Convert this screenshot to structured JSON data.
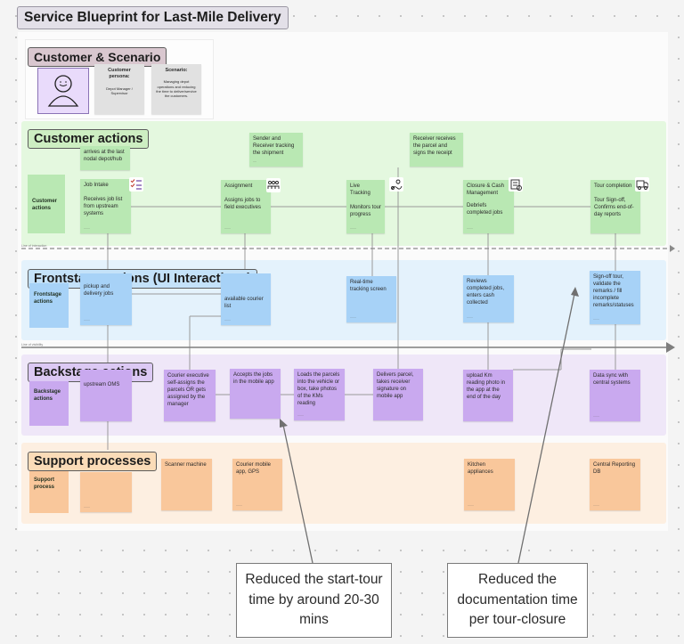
{
  "title": "Service Blueprint for Last-Mile Delivery",
  "sections": {
    "customer_scenario": "Customer & Scenario",
    "customer_actions": "Customer actions",
    "frontstage": "Frontstage actions (UI Interactions)",
    "backstage": "Backstage actions",
    "support": "Support processes"
  },
  "scenario_cards": {
    "persona_title": "Customer persona:",
    "persona_text": "Depot Manager / Supervisor",
    "scenario_title": "Scenario:",
    "scenario_text": "Managing depot operations and reducing the time to deliver/service the customers."
  },
  "row_labels": {
    "customer": "Customer actions",
    "frontstage": "Frontstage actions",
    "backstage": "Backstage actions",
    "support": "Support process"
  },
  "line_labels": {
    "interaction": "Line of interaction",
    "visibility": "Line of visibility"
  },
  "customer_notes": {
    "arrives": "arrives at the last nodal depot/hub",
    "sender_receiver": "Sender and Receiver tracking the shipment",
    "receiver_receives": "Receiver receives the parcel and signs the receipt",
    "job_intake_title": "Job Intake",
    "job_intake_text": "Receives job list from upstream systems",
    "assignment_title": "Assignment",
    "assignment_text": "Assigns jobs to field executives",
    "live_tracking_title": "Live Tracking",
    "live_tracking_text": "Monitors tour progress",
    "closure_title": "Closure & Cash Management",
    "closure_text": "Debriefs completed jobs",
    "tour_completion_title": "Tour completion",
    "tour_completion_text": "Tour Sign-off, Confirms end-of-day reports"
  },
  "frontstage_notes": {
    "pickup": "pickup and delivery jobs",
    "courier_list": "available courier list",
    "realtime": "Real-time tracking screen",
    "reviews": "Reviews completed jobs, enters cash collected",
    "signoff": "Sign-off tour, validate the remarks / fill incomplete remarks/statuses"
  },
  "backstage_notes": {
    "upstream": "upstream OMS",
    "courier_exec": "Courier executive self-assigns the parcels OR gets assigned by the manager",
    "accepts": "Accepts the jobs in the mobile app",
    "loads": "Loads the parcels into the vehicle or box, take photos of the KMs reading",
    "delivers": "Delivers parcel, takes receiver signature on mobile app",
    "upload_km": "upload Km reading photo in the app at the end of the day",
    "data_sync": "Data sync with central systems"
  },
  "support_notes": {
    "scanner": "Scanner machine",
    "courier_app": "Courier mobile app, GPS",
    "kitchen": "Kitchen appliances",
    "central_db": "Central Reporting DB"
  },
  "captions": {
    "start_tour": "Reduced the start-tour time by around 20-30 mins",
    "documentation": "Reduced the documentation time per tour-closure"
  },
  "colors": {
    "customer_band": "#e4f8df",
    "frontstage_band": "#e4f2fc",
    "backstage_band": "#efe7f8",
    "support_band": "#fdefe1",
    "sticky_green": "#b9e8b3",
    "sticky_blue": "#a7d2f7",
    "sticky_purple": "#c9a9ef",
    "sticky_orange": "#f9c79b"
  }
}
